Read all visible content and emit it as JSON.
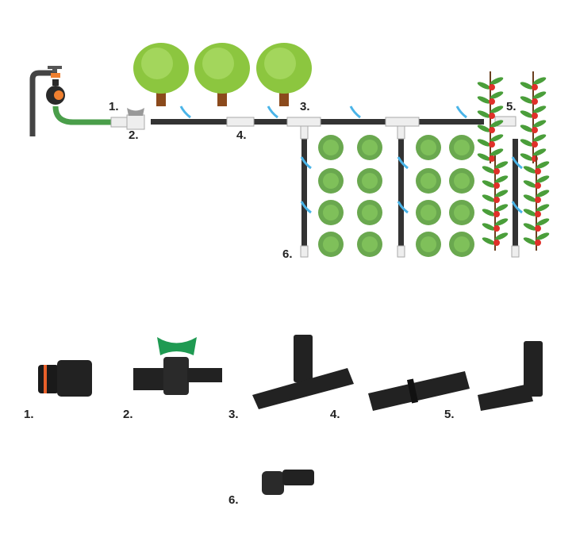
{
  "diagram": {
    "title": "",
    "top_labels": [
      "1.",
      "2.",
      "3.",
      "4.",
      "5.",
      "6."
    ],
    "bottom_labels": [
      "1.",
      "2.",
      "3.",
      "4.",
      "5.",
      "6."
    ],
    "parts": [
      {
        "id": 1,
        "name": "hose connector"
      },
      {
        "id": 2,
        "name": "ball valve"
      },
      {
        "id": 3,
        "name": "tee connector"
      },
      {
        "id": 4,
        "name": "straight coupler"
      },
      {
        "id": 5,
        "name": "elbow connector"
      },
      {
        "id": 6,
        "name": "end plug"
      }
    ],
    "colors": {
      "pipe": "#333333",
      "hose": "#4a9e4a",
      "tree": "#8cc63f",
      "trunk": "#8b4a1c",
      "lettuce": "#6aa84f",
      "tomato": "#e0302a",
      "water": "#4ab4e8",
      "valve_handle": "#1f9a52",
      "fitting": "#1a1a1a"
    }
  }
}
